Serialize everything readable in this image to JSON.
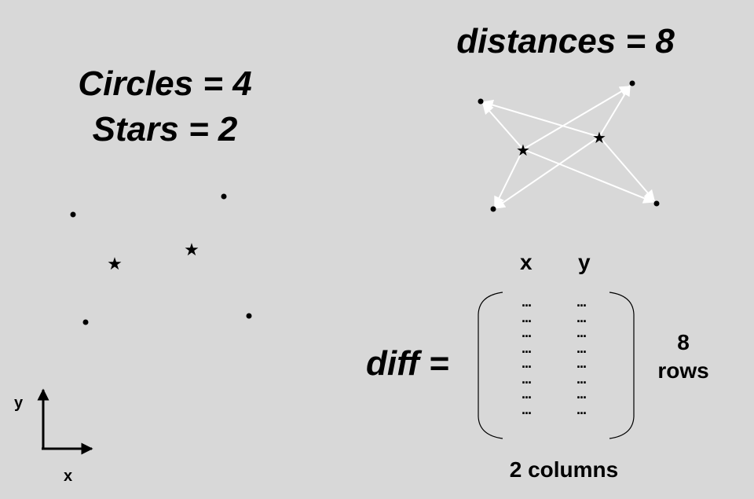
{
  "counts": {
    "circles_label": "Circles = 4",
    "stars_label": "Stars = 2"
  },
  "distances": {
    "title": "distances = 8"
  },
  "diff": {
    "label": "diff =",
    "col_headers": [
      "x",
      "y"
    ],
    "row_count": "8",
    "row_unit": "rows",
    "columns_label": "2 columns",
    "cell_glyph": "..."
  },
  "axes": {
    "y_label": "y",
    "x_label": "x"
  }
}
